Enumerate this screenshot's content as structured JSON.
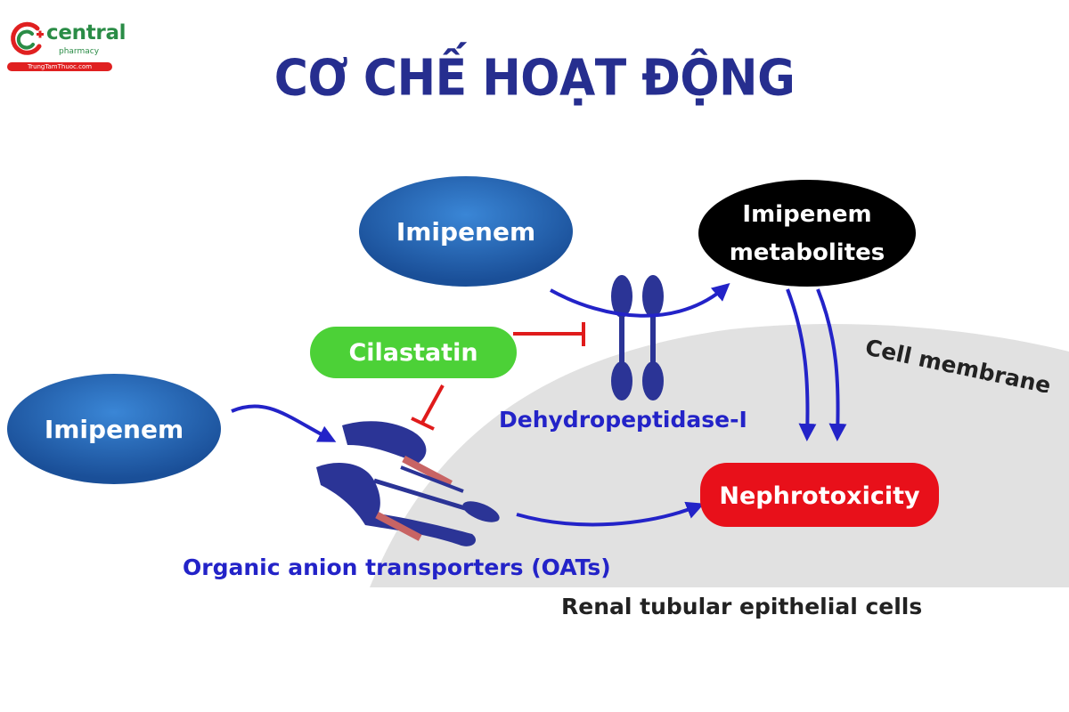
{
  "logo": {
    "brand": "central",
    "sub": "pharmacy",
    "site": "TrungTamThuoc.com"
  },
  "title": "CƠ CHẾ HOẠT ĐỘNG",
  "diagram": {
    "nodes": {
      "imipenem_top": "Imipenem",
      "imipenem_left": "Imipenem",
      "cilastatin": "Cilastatin",
      "metabolites_line1": "Imipenem",
      "metabolites_line2": "metabolites",
      "nephrotoxicity": "Nephrotoxicity"
    },
    "labels": {
      "dehydropeptidase": "Dehydropeptidase-I",
      "oats": "Organic anion transporters (OATs)",
      "cell_membrane": "Cell membrane",
      "renal_cells": "Renal tubular epithelial cells"
    },
    "colors": {
      "title": "#262e8f",
      "blue_node": "#1f5fae",
      "cilastatin": "#4cd137",
      "metabolites": "#000000",
      "nephrotoxicity": "#e8101a",
      "arrow": "#2323c8",
      "inhibit": "#e01b1b",
      "transporter": "#2b3496",
      "membrane": "#e1e1e1"
    }
  }
}
